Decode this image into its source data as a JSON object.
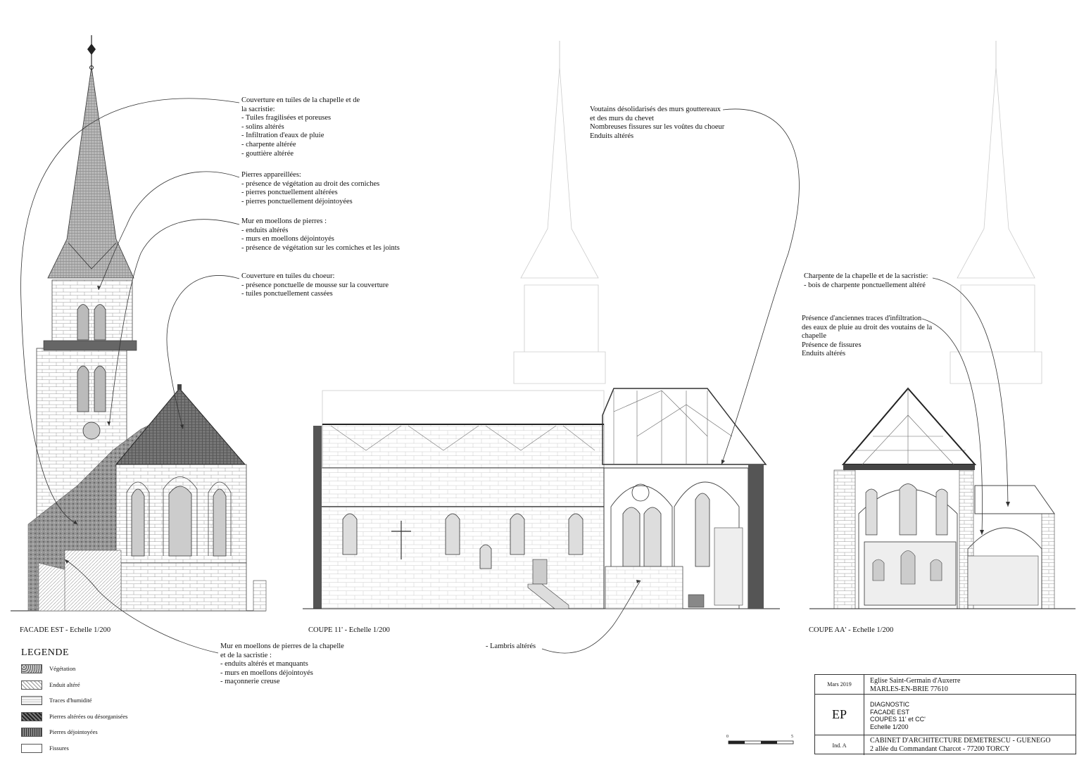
{
  "captions": {
    "facade_est": "FACADE EST - Echelle 1/200",
    "coupe_11": "COUPE 11' - Echelle 1/200",
    "coupe_aa": "COUPE AA' - Echelle 1/200"
  },
  "notes": {
    "couverture_chapelle": [
      "Couverture en tuiles de la chapelle et de",
      "la sacristie:",
      "- Tuiles fragilisées et poreuses",
      "- solins altérés",
      "- Infiltration d'eaux de pluie",
      "- charpente altérée",
      "- gouttière altérée"
    ],
    "pierres_appareillees": [
      "Pierres appareillées:",
      "- présence de végétation au droit des corniches",
      "- pierres ponctuellement altérées",
      "- pierres ponctuellement déjointoyées"
    ],
    "mur_moellons": [
      "Mur en moellons de pierres :",
      "- enduits altérés",
      "- murs en moellons déjointoyés",
      "- présence de végétation sur les corniches et les joints"
    ],
    "couverture_choeur": [
      "Couverture en tuiles du choeur:",
      "- présence ponctuelle de mousse sur la couverture",
      "- tuiles ponctuellement cassées"
    ],
    "voutains": [
      "Voutains désolidarisés des murs gouttereaux",
      "et des murs du chevet",
      "Nombreuses fissures sur les voûtes du choeur",
      "Enduits altérés"
    ],
    "charpente": [
      "Charpente de la chapelle et de la sacristie:",
      "- bois de charpente ponctuellement altéré"
    ],
    "infiltration": [
      "Présence d'anciennes traces d'infiltration",
      "des eaux de pluie au droit des voutains de la",
      "chapelle",
      "Présence de fissures",
      "Enduits altérés"
    ],
    "mur_chapelle": [
      "Mur en moellons de pierres de la chapelle",
      "et de la sacristie :",
      "- enduits altérés et manquants",
      "- murs en moellons déjointoyés",
      "- maçonnerie creuse"
    ],
    "lambris": [
      "- Lambris altérés"
    ]
  },
  "legend": {
    "title": "LEGENDE",
    "items": [
      {
        "label": "Végétation",
        "pattern": "vegetation"
      },
      {
        "label": "Enduit altéré",
        "pattern": "enduit"
      },
      {
        "label": "Traces d'humidité",
        "pattern": "humidite"
      },
      {
        "label": "Pierres altérées  ou désorganisées",
        "pattern": "alterees"
      },
      {
        "label": "Pierres déjointoyées",
        "pattern": "dejointoyees"
      },
      {
        "label": "Fissures",
        "pattern": "fissures"
      }
    ]
  },
  "cartouche": {
    "date": "Mars 2019",
    "building": "Eglise Saint-Germain d'Auxerre",
    "location": "MARLES-EN-BRIE 77610",
    "phase": "EP",
    "doc_lines": [
      "DIAGNOSTIC",
      "FACADE EST",
      "COUPES 11' et CC'",
      "Echelle 1/200"
    ],
    "index": "Ind. A",
    "firm": "CABINET D'ARCHITECTURE DEMETRESCU - GUENEGO",
    "address": "2 allée du Commandant Charcot - 77200 TORCY"
  },
  "scale_bar": {
    "start": "0",
    "end": "5"
  }
}
